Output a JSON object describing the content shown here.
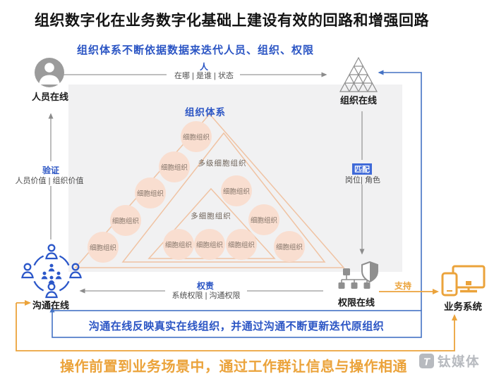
{
  "title": "组织数字化在业务数字化基础上建设有效的回路和增强回路",
  "loops": {
    "top": "组织体系不断依据数据来迭代人员、组织、权限",
    "comm": "沟通在线反映真实在线组织，并通过沟通不断更新迭代原组织",
    "ops": "操作前置到业务场景中，通过工作群让信息与操作相通"
  },
  "nodes": {
    "person": "人员在线",
    "org": "组织在线",
    "comm": "沟通在线",
    "permission": "权限在线",
    "business": "业务系统"
  },
  "edges": {
    "top_title": "人",
    "top_sub": "在哪 | 是谁 | 状态",
    "left_title": "验证",
    "left_sub": "人员价值 | 组织价值",
    "right_title": "匹配",
    "right_sub": "岗位| 角色",
    "bottom_title": "权责",
    "bottom_sub": "系统权限 | 沟通权限",
    "support": "支持"
  },
  "pyramid": {
    "title": "组织体系",
    "level2": "多级细胞组织",
    "level3": "多细胞组织",
    "circles": [
      {
        "label": "细胞组织"
      },
      {
        "label": "细胞组织"
      },
      {
        "label": "细胞组织"
      },
      {
        "label": "细胞组织"
      },
      {
        "label": "细胞组织"
      },
      {
        "label": "细胞组织"
      },
      {
        "label": "细胞组织"
      },
      {
        "label": "细胞组织"
      },
      {
        "label": "细胞组织"
      },
      {
        "label": "细胞组织"
      },
      {
        "label": "细胞组织"
      }
    ]
  },
  "watermark": "钛媒体",
  "colors": {
    "text_blue": "#2b55c4",
    "line_blue": "#4472c4",
    "gold": "#EBA33B",
    "pyramid_outline": "#f0c3a3",
    "cell_fill": "#f9ded0",
    "gray_line": "#999999",
    "panel_bg": "#f1f1f2"
  }
}
